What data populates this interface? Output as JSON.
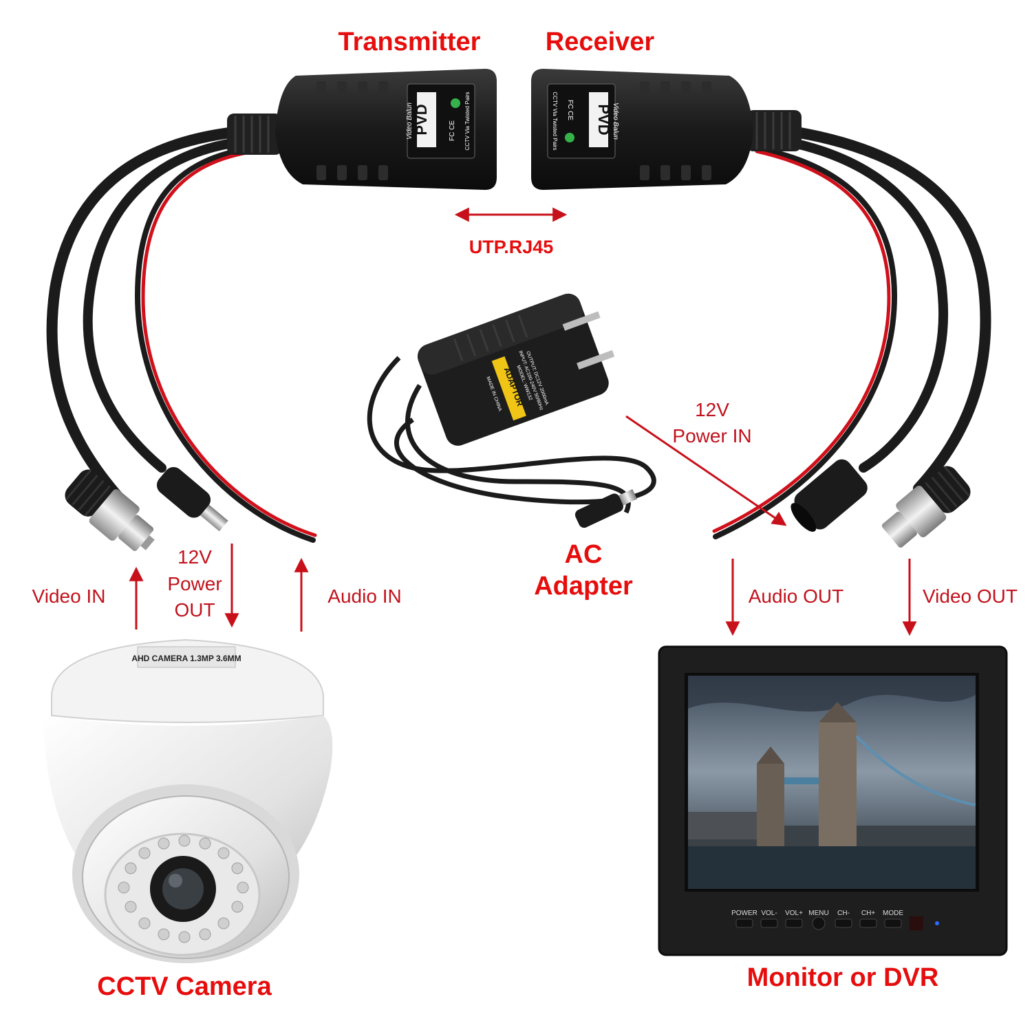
{
  "colors": {
    "label_red": "#e60d0d",
    "arrow_red": "#c8101a",
    "cable_black": "#1b1b1b",
    "wire_red": "#d0101a",
    "camera_white": "#ececec",
    "monitor_black": "#1e1e1e"
  },
  "top_labels": {
    "transmitter": "Transmitter",
    "receiver": "Receiver",
    "link": "UTP.RJ45"
  },
  "balun_print": {
    "brand": "PVD",
    "title": "Video Balun",
    "subtitle": "CCTV Via Twisted Pairs",
    "marks": "FC CE"
  },
  "adapter": {
    "label_line1": "AC",
    "label_line2": "Adapter",
    "sticker_title": "ADAPTOR",
    "sticker_lines": [
      "MODEL: WW132",
      "INPUT: AC100-240V 50/60Hz",
      "OUTPUT: DC12V 2000mA",
      "MADE IN CHINA"
    ]
  },
  "left_side": {
    "video_in": "Video IN",
    "power_out_line1": "12V",
    "power_out_line2": "Power",
    "power_out_line3": "OUT",
    "audio_in": "Audio IN"
  },
  "right_side": {
    "power_in_line1": "12V",
    "power_in_line2": "Power IN",
    "audio_out": "Audio OUT",
    "video_out": "Video OUT"
  },
  "camera": {
    "sticker": "AHD CAMERA 1.3MP 3.6MM",
    "caption": "CCTV Camera"
  },
  "monitor": {
    "caption": "Monitor or DVR",
    "buttons": [
      "POWER",
      "VOL-",
      "VOL+",
      "MENU",
      "CH-",
      "CH+",
      "MODE"
    ]
  }
}
